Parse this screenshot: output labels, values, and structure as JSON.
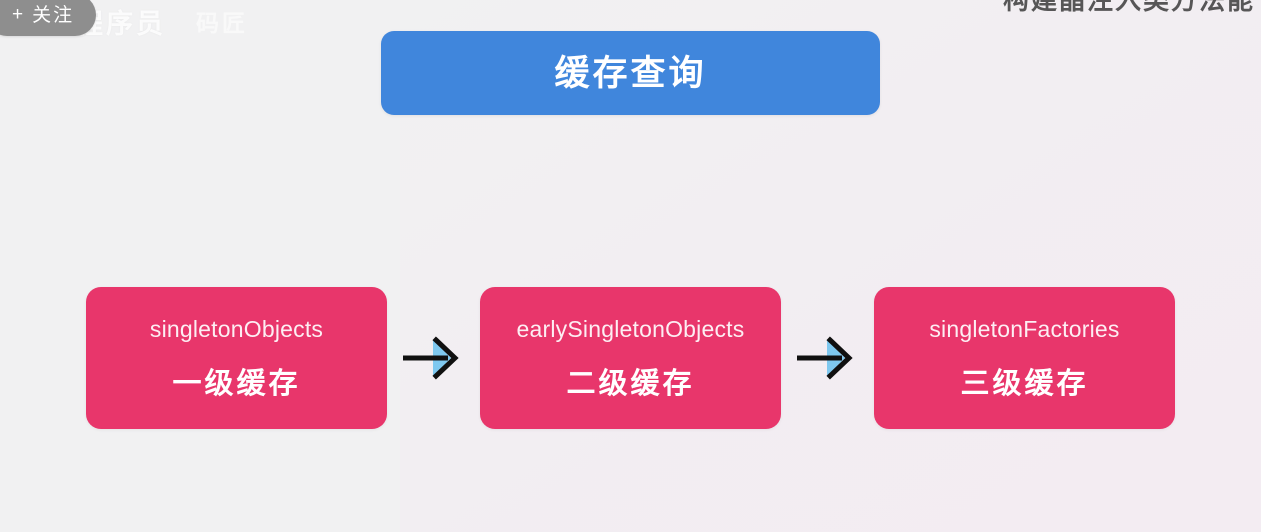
{
  "overlay": {
    "follow_button": {
      "plus_icon": "+",
      "label": "关注"
    },
    "watermark": "程序员",
    "watermark_faint": "码匠",
    "cropped_heading": "构建晶注入类方法能"
  },
  "header": {
    "title": "缓存查询",
    "color": "#4086dc",
    "text_color": "#ffffff"
  },
  "diagram": {
    "type": "flow",
    "box_color": "#e8366b",
    "box_text_color": "#ffffff",
    "arrow_color": "#101010",
    "arrow_accent_color": "#7ec8ef",
    "boxes": [
      {
        "key": "singletonObjects",
        "level": "一级缓存"
      },
      {
        "key": "earlySingletonObjects",
        "level": "二级缓存"
      },
      {
        "key": "singletonFactories",
        "level": "三级缓存"
      }
    ],
    "arrows": [
      {
        "from": "singletonObjects",
        "to": "earlySingletonObjects",
        "glyph": "→"
      },
      {
        "from": "earlySingletonObjects",
        "to": "singletonFactories",
        "glyph": "→"
      }
    ]
  },
  "background": {
    "base_color": "#f1f1f2",
    "tint_color": "#f3ecf2"
  }
}
